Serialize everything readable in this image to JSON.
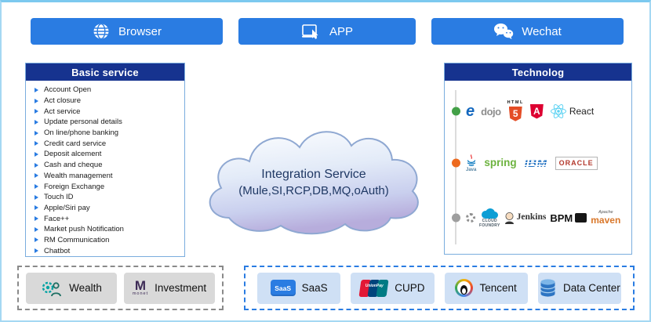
{
  "channels": {
    "browser": {
      "label": "Browser"
    },
    "app": {
      "label": "APP"
    },
    "wechat": {
      "label": "Wechat"
    }
  },
  "basic_service": {
    "title": "Basic service",
    "items": [
      "Account Open",
      "Act closure",
      "Act service",
      "Update personal details",
      "On line/phone banking",
      "Credit card service",
      "Deposit alcement",
      "Cash and cheque",
      "Wealth management",
      "Foreign Exchange",
      "Touch ID",
      "Apple/Siri pay",
      "Face++",
      "Market push Notification",
      "RM Communication",
      "Chatbot"
    ]
  },
  "integration_cloud": {
    "line1": "Integration Service",
    "line2": "(Mule,SI,RCP,DB,MQ,oAuth)"
  },
  "technology": {
    "title": "Technolog",
    "row1": {
      "ie": "e",
      "dojo": "dojo",
      "html_word": "HTML",
      "html_number": "5",
      "angular_letter": "A",
      "react": "React"
    },
    "row2": {
      "java": "Java",
      "spring": "spring",
      "ibm": "IBM",
      "oracle": "ORACLE"
    },
    "row3": {
      "cloudfoundry_line1": "CLOUD",
      "cloudfoundry_line2": "FOUNDRY",
      "jenkins": "Jenkins",
      "bpm": "BPM",
      "maven_apache": "Apache",
      "maven": "maven"
    }
  },
  "wealth_group": {
    "wealth": "Wealth",
    "monet_m": "M",
    "monet": "monet",
    "investment": "Investment"
  },
  "platform_group": {
    "saas_icon": "SaaS",
    "saas": "SaaS",
    "unionpay_icon": "UnionPay",
    "cupd": "CUPD",
    "tencent": "Tencent",
    "datacenter": "Data Center"
  },
  "colors": {
    "button_blue": "#2a7ce2",
    "header_navy": "#16338f",
    "dashed_blue": "#2a7ce2",
    "item_blue_bg": "#cfe0f5",
    "item_gray_bg": "#d9d9d9",
    "cloud_stroke": "#8fa8d2"
  }
}
